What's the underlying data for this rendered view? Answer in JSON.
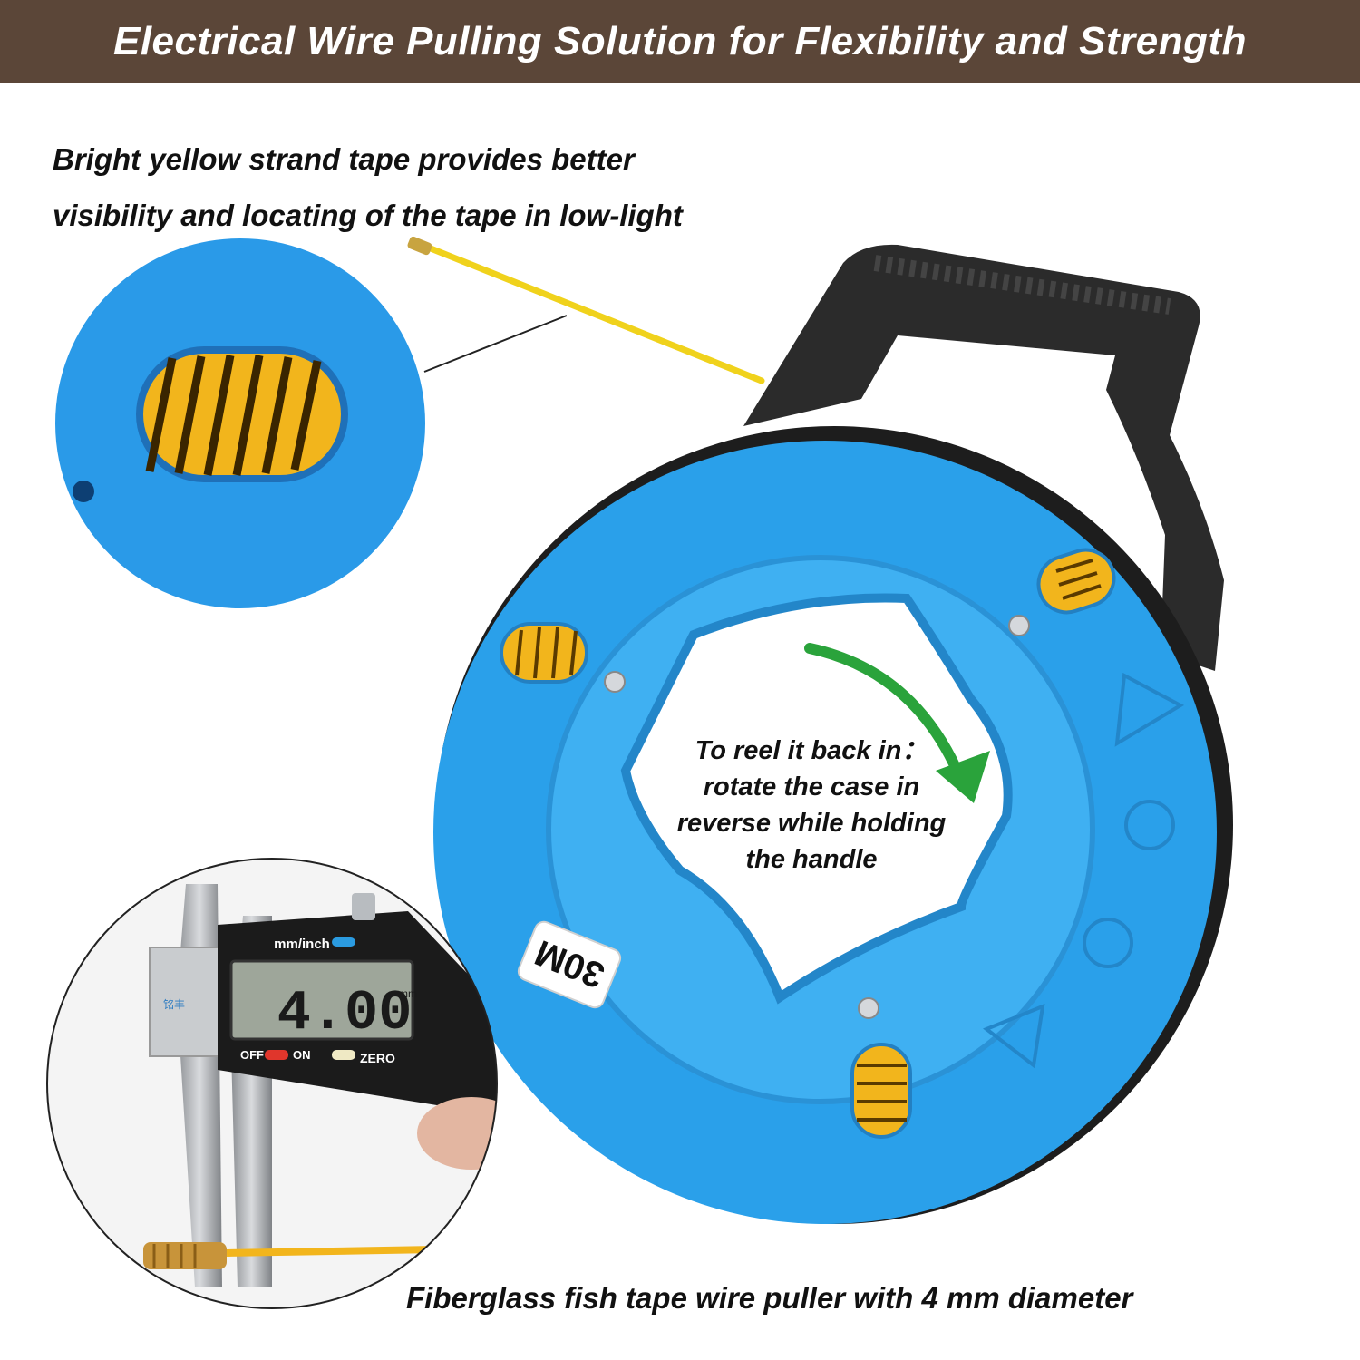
{
  "banner": {
    "title": "Electrical Wire Pulling Solution for Flexibility and Strength"
  },
  "captions": {
    "top_line1": "Bright yellow strand tape provides better",
    "top_line2": "visibility and locating of the tape in low-light",
    "bottom": "Fiberglass fish tape wire puller with 4 mm diameter"
  },
  "reel_note": {
    "line1": "To reel it back in：",
    "line2": "rotate the case in",
    "line3": "reverse while holding",
    "line4": "the handle"
  },
  "reel": {
    "length_label": "30M"
  },
  "caliper": {
    "unit_label": "mm/inch",
    "reading": "4.00",
    "reading_unit": "mm",
    "off_label": "OFF",
    "on_label": "ON",
    "zero_label": "ZERO",
    "brand_mark": "铭丰"
  },
  "colors": {
    "banner": "#5b4638",
    "reel_blue": "#2aa0ea",
    "reel_inner": "#3fb0f2",
    "handle": "#2b2b2b",
    "tape_yellow": "#f2b51c",
    "arrow_green": "#2aa33b"
  }
}
